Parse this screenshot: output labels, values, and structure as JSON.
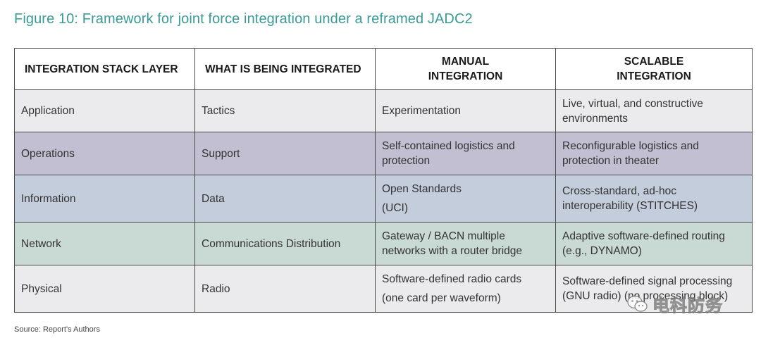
{
  "figure": {
    "title": "Figure 10: Framework for joint force integration under a reframed JADC2",
    "source": "Source: Report's Authors"
  },
  "table": {
    "headers": [
      "INTEGRATION STACK LAYER",
      "WHAT IS BEING INTEGRATED",
      "MANUAL INTEGRATION",
      "SCALABLE INTEGRATION"
    ],
    "rows": [
      {
        "layer": "Application",
        "integrated": "Tactics",
        "manual": "Experimentation",
        "scalable": "Live, virtual, and constructive environments"
      },
      {
        "layer": "Operations",
        "integrated": "Support",
        "manual": "Self-contained logistics and protection",
        "scalable": "Reconfigurable logistics and protection in theater"
      },
      {
        "layer": "Information",
        "integrated": "Data",
        "manual_line1": "Open Standards",
        "manual_line2": "(UCI)",
        "scalable": "Cross-standard, ad-hoc interoperability (STITCHES)"
      },
      {
        "layer": "Network",
        "integrated": "Communications Distribution",
        "manual": "Gateway / BACN multiple networks with a router bridge",
        "scalable": "Adaptive software-defined routing (e.g., DYNAMO)"
      },
      {
        "layer": "Physical",
        "integrated": "Radio",
        "manual_line1": "Software-defined radio cards",
        "manual_line2": "(one card per waveform)",
        "scalable": "Software-defined signal processing (GNU radio) (no processing block)"
      }
    ]
  },
  "watermark": {
    "text": "电科防务",
    "icon": "wechat-icon"
  },
  "colors": {
    "title": "#3a9a96",
    "application_row": "#ebebed",
    "operations_row": "#c3bfd2",
    "information_row": "#c4cddc",
    "network_row": "#c9d9d3",
    "physical_row": "#ebebed"
  }
}
